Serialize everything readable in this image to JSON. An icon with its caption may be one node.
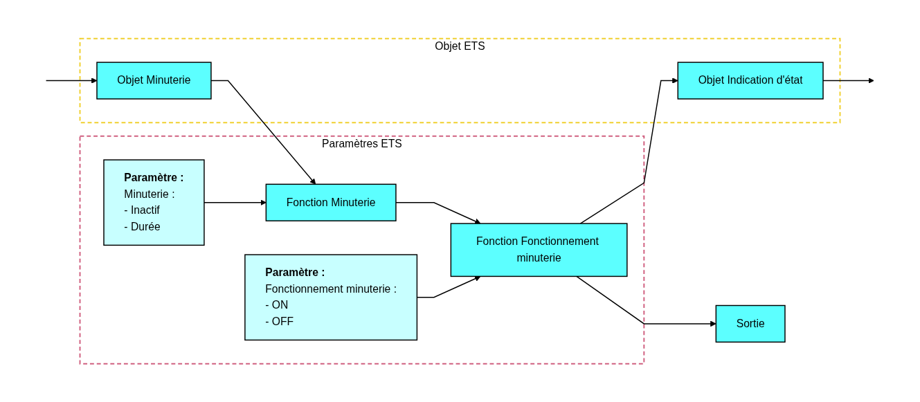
{
  "diagram": {
    "nodes": [
      {
        "text": [
          "Objet ETS"
        ]
      },
      {
        "text": [
          "Objet Minuterie"
        ],
        "in": 0
      },
      {
        "text": [
          "Objet Indication d'état"
        ],
        "in": 0
      },
      {
        "text": [
          "Paramètres ETS"
        ]
      },
      {
        "text": [
          "Fonction Minuterie"
        ],
        "in": 3
      },
      {
        "text": [
          "Fonction Fonctionnement minuterie"
        ],
        "in": 3
      },
      {
        "text": [
          "Paramètre :",
          "Minuterie :",
          "- Inactif",
          "- Durée"
        ],
        "in": 3
      },
      {
        "text": [
          "Paramètre :",
          "Fonctionnement minuterie :",
          "- ON",
          "- OFF"
        ],
        "in": 3
      },
      {
        "text": [
          "Sortie"
        ]
      }
    ],
    "edges": [
      {
        "from": null,
        "to": 1,
        "arrow": "to"
      },
      {
        "from": 1,
        "to": 4,
        "arrow": "to"
      },
      {
        "from": 4,
        "to": 5,
        "arrow": "to"
      },
      {
        "from": 5,
        "to": 8,
        "arrow": "to"
      },
      {
        "from": 6,
        "to": 4,
        "arrow": "to"
      },
      {
        "from": 7,
        "to": 5,
        "arrow": "to"
      },
      {
        "from": 5,
        "to": 2,
        "arrow": "to"
      },
      {
        "from": 2,
        "to": null,
        "arrow": "to"
      }
    ]
  }
}
